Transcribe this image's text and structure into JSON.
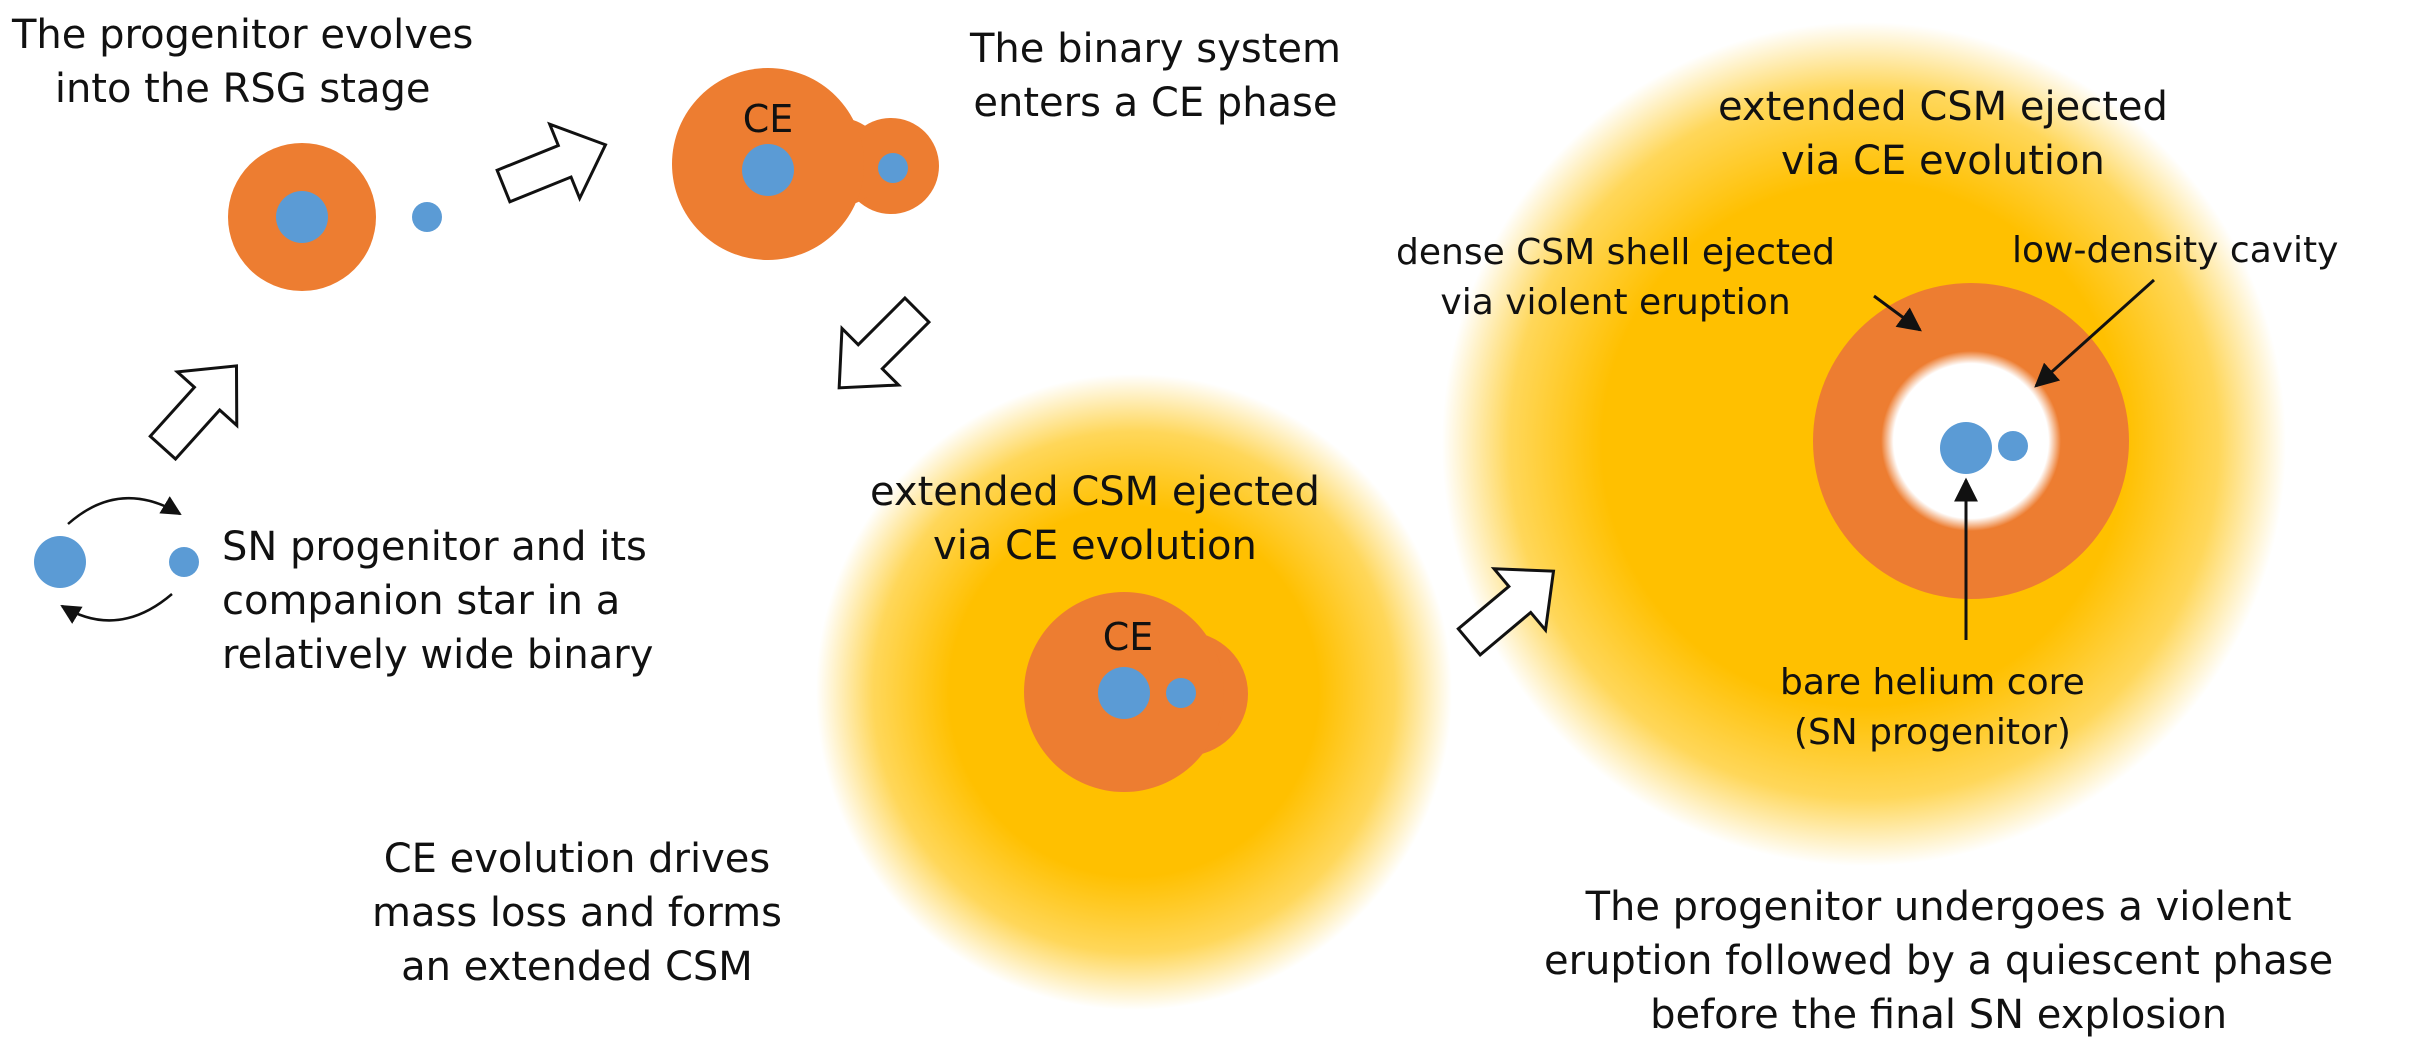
{
  "colors": {
    "envelope": "#ED7D31",
    "star": "#5B9BD5",
    "csm": "#FFC000",
    "arrow_stroke": "#111111",
    "background": "#FFFFFF"
  },
  "stage_binary": {
    "caption": [
      "SN progenitor and its",
      "companion star in a",
      "relatively wide binary"
    ]
  },
  "stage_rsg": {
    "caption": [
      "The progenitor evolves",
      "into the RSG stage"
    ]
  },
  "stage_ce": {
    "envelope_label": "CE",
    "caption": [
      "The binary system",
      "enters a CE phase"
    ]
  },
  "stage_csm": {
    "csm_label": [
      "extended CSM ejected",
      "via CE evolution"
    ],
    "envelope_label": "CE",
    "caption": [
      "CE evolution drives",
      "mass loss and forms",
      "an extended CSM"
    ]
  },
  "stage_final": {
    "csm_label": [
      "extended CSM ejected",
      "via CE evolution"
    ],
    "shell_label": [
      "dense CSM shell ejected",
      "via violent eruption"
    ],
    "cavity_label": "low-density cavity",
    "core_label": [
      "bare helium core",
      "(SN progenitor)"
    ],
    "caption": [
      "The progenitor undergoes a violent",
      "eruption followed by a quiescent phase",
      "before the final SN explosion"
    ]
  }
}
